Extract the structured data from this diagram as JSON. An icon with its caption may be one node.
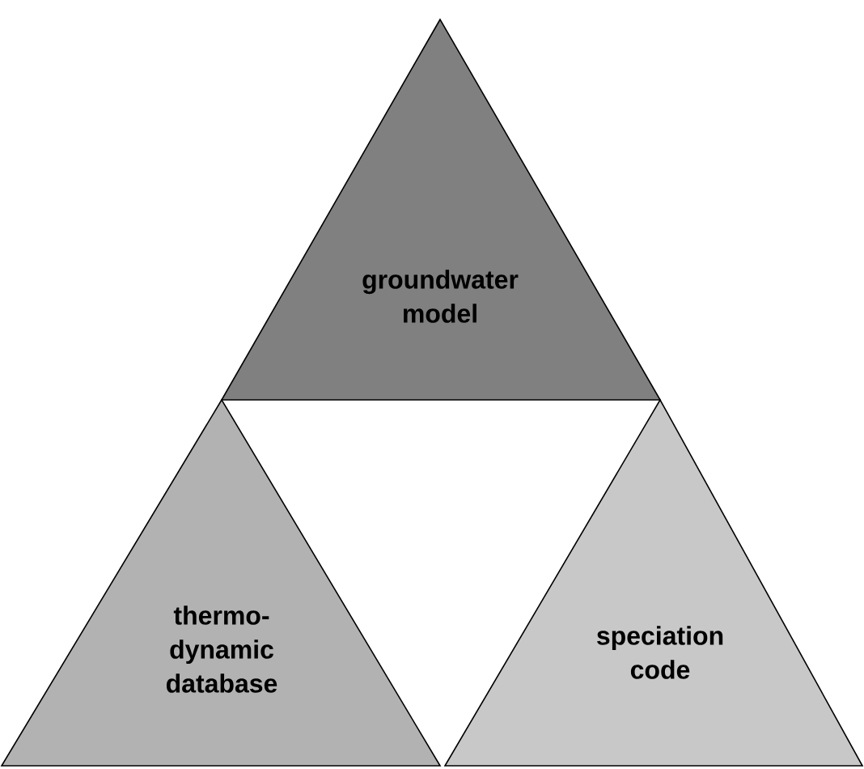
{
  "diagram": {
    "nodes": [
      {
        "text": [
          "groundwater model"
        ]
      },
      {
        "text": [
          "thermo- dynamic database"
        ]
      },
      {
        "text": [
          "speciation code"
        ]
      }
    ]
  }
}
